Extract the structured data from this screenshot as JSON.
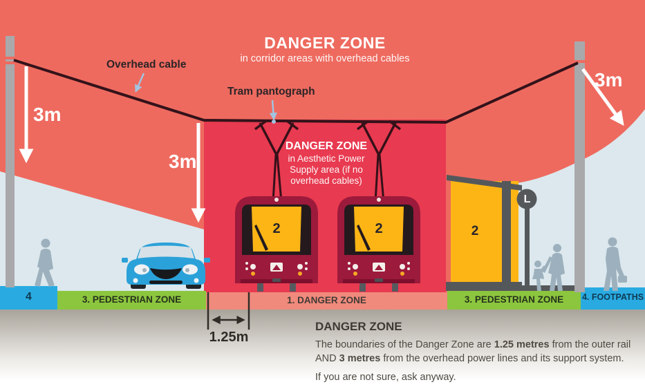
{
  "header": {
    "title": "DANGER ZONE",
    "subtitle": "in corridor areas with overhead cables"
  },
  "callouts": {
    "overhead_cable": "Overhead cable",
    "tram_pantograph": "Tram pantograph"
  },
  "aps_zone": {
    "title": "DANGER ZONE",
    "lines": [
      "in Aesthetic Power",
      "Supply area (if no",
      "overhead cables)"
    ]
  },
  "measurements": {
    "pole_left": "3m",
    "catenary_mid": "3m",
    "pole_right": "3m",
    "rail_clearance": "1.25m"
  },
  "zone_bar": {
    "footpath_left": "4",
    "pedestrian_left": "3. PEDESTRIAN ZONE",
    "danger": "1. DANGER ZONE",
    "pedestrian_right": "3. PEDESTRIAN ZONE",
    "footpath_right": "4. FOOTPATHS"
  },
  "vehicles": {
    "tram1_number": "2",
    "tram2_number": "2",
    "shelter_number": "2"
  },
  "tram_stop": {
    "sign_letter": "L"
  },
  "legend": {
    "title": "DANGER ZONE",
    "line1_pre": "The boundaries of the Danger Zone are ",
    "line1_bold": "1.25 metres",
    "line1_post": " from the outer rail",
    "line2_pre": "AND ",
    "line2_bold": "3 metres",
    "line2_post": " from the overhead power lines and its support system.",
    "note": "If you are not sure, ask anyway."
  },
  "colors": {
    "outer_danger_zone": "#ee6a5f",
    "inner_danger_zone": "#e83a50",
    "danger_bar": "#f08a7c",
    "pedestrian_zone": "#8cc63e",
    "footpath_zone": "#29abe2",
    "tram_body": "#9c1a3c",
    "accent_yellow": "#fcb515",
    "sky": "#dce8ed",
    "pole_gray": "#a9a9ab",
    "silhouette": "#9cb0bd"
  }
}
